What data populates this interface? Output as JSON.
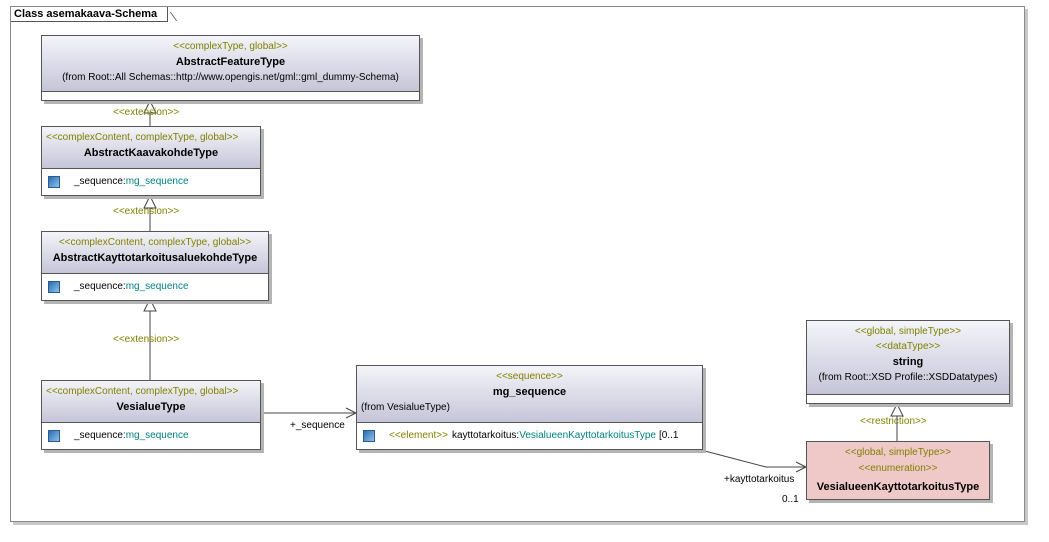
{
  "frame_title": "Class asemakaava-Schema",
  "classes": {
    "abstract_feature": {
      "stereotype": "<<complexType, global>>",
      "name": "AbstractFeatureType",
      "from": "(from Root::All Schemas::http://www.opengis.net/gml::gml_dummy-Schema)"
    },
    "abstract_kaavakohde": {
      "stereotype": "<<complexContent, complexType, global>>",
      "name": "AbstractKaavakohdeType",
      "attr_name": "_sequence:",
      "attr_type": "mg_sequence"
    },
    "abstract_kayttotarkoitus": {
      "stereotype": "<<complexContent, complexType, global>>",
      "name": "AbstractKayttotarkoitusaluekohdeType",
      "attr_name": "_sequence:",
      "attr_type": "mg_sequence"
    },
    "vesialue": {
      "stereotype": "<<complexContent, complexType, global>>",
      "name": "VesialueType",
      "attr_name": "_sequence:",
      "attr_type": "mg_sequence"
    },
    "mg_sequence": {
      "stereotype": "<<sequence>>",
      "name": "mg_sequence",
      "from": "(from VesialueType)",
      "attr_stereotype": "<<element>>",
      "attr_name": "kayttotarkoitus:",
      "attr_type": "VesialueenKayttotarkoitusType",
      "attr_mult": "[0..1"
    },
    "string": {
      "stereotype1": "<<global, simpleType>>",
      "stereotype2": "<<dataType>>",
      "name": "string",
      "from": "(from Root::XSD Profile::XSDDatatypes)"
    },
    "enum": {
      "stereotype1": "<<global, simpleType>>",
      "stereotype2": "<<enumeration>>",
      "name": "VesialueenKayttotarkoitusType"
    }
  },
  "connectors": {
    "ext1": "<<extension>>",
    "ext2": "<<extension>>",
    "ext3": "<<extension>>",
    "restriction": "<<restriction>>",
    "seq_role": "+_sequence",
    "kt_role": "+kayttotarkoitus",
    "kt_mult": "0..1"
  }
}
